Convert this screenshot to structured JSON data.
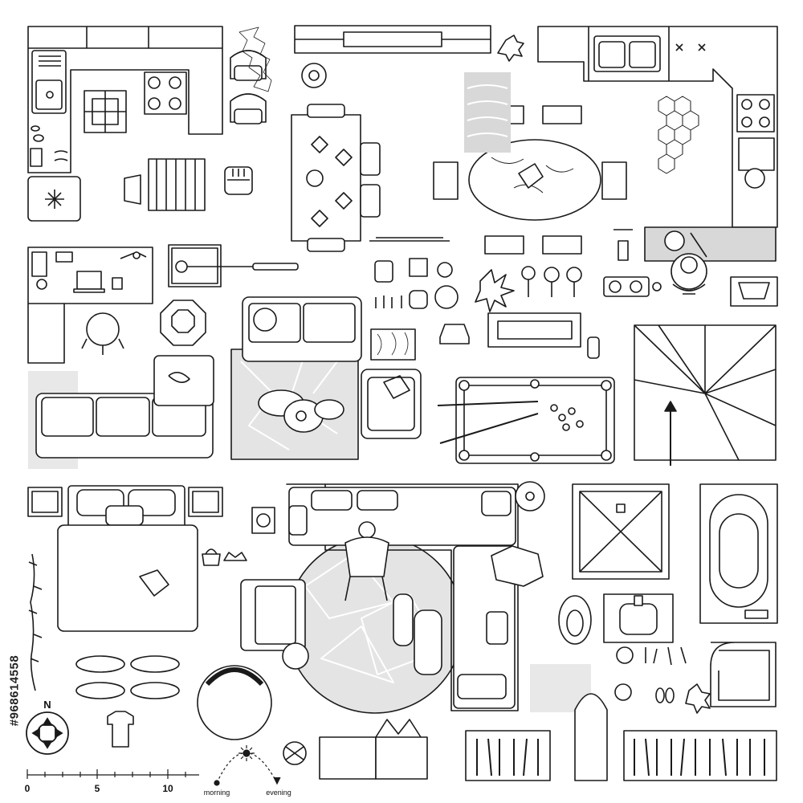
{
  "compass": {
    "north_label": "N"
  },
  "scale_bar": {
    "labels": [
      "0",
      "5",
      "10"
    ]
  },
  "sun_path": {
    "start_label": "morning",
    "end_label": "evening"
  },
  "stock_id": "#968614558",
  "colors": {
    "stroke": "#1a1a1a",
    "fill": "#ffffff",
    "rug": "#e4e4e4",
    "accent_fill": "#d8d8d8"
  }
}
